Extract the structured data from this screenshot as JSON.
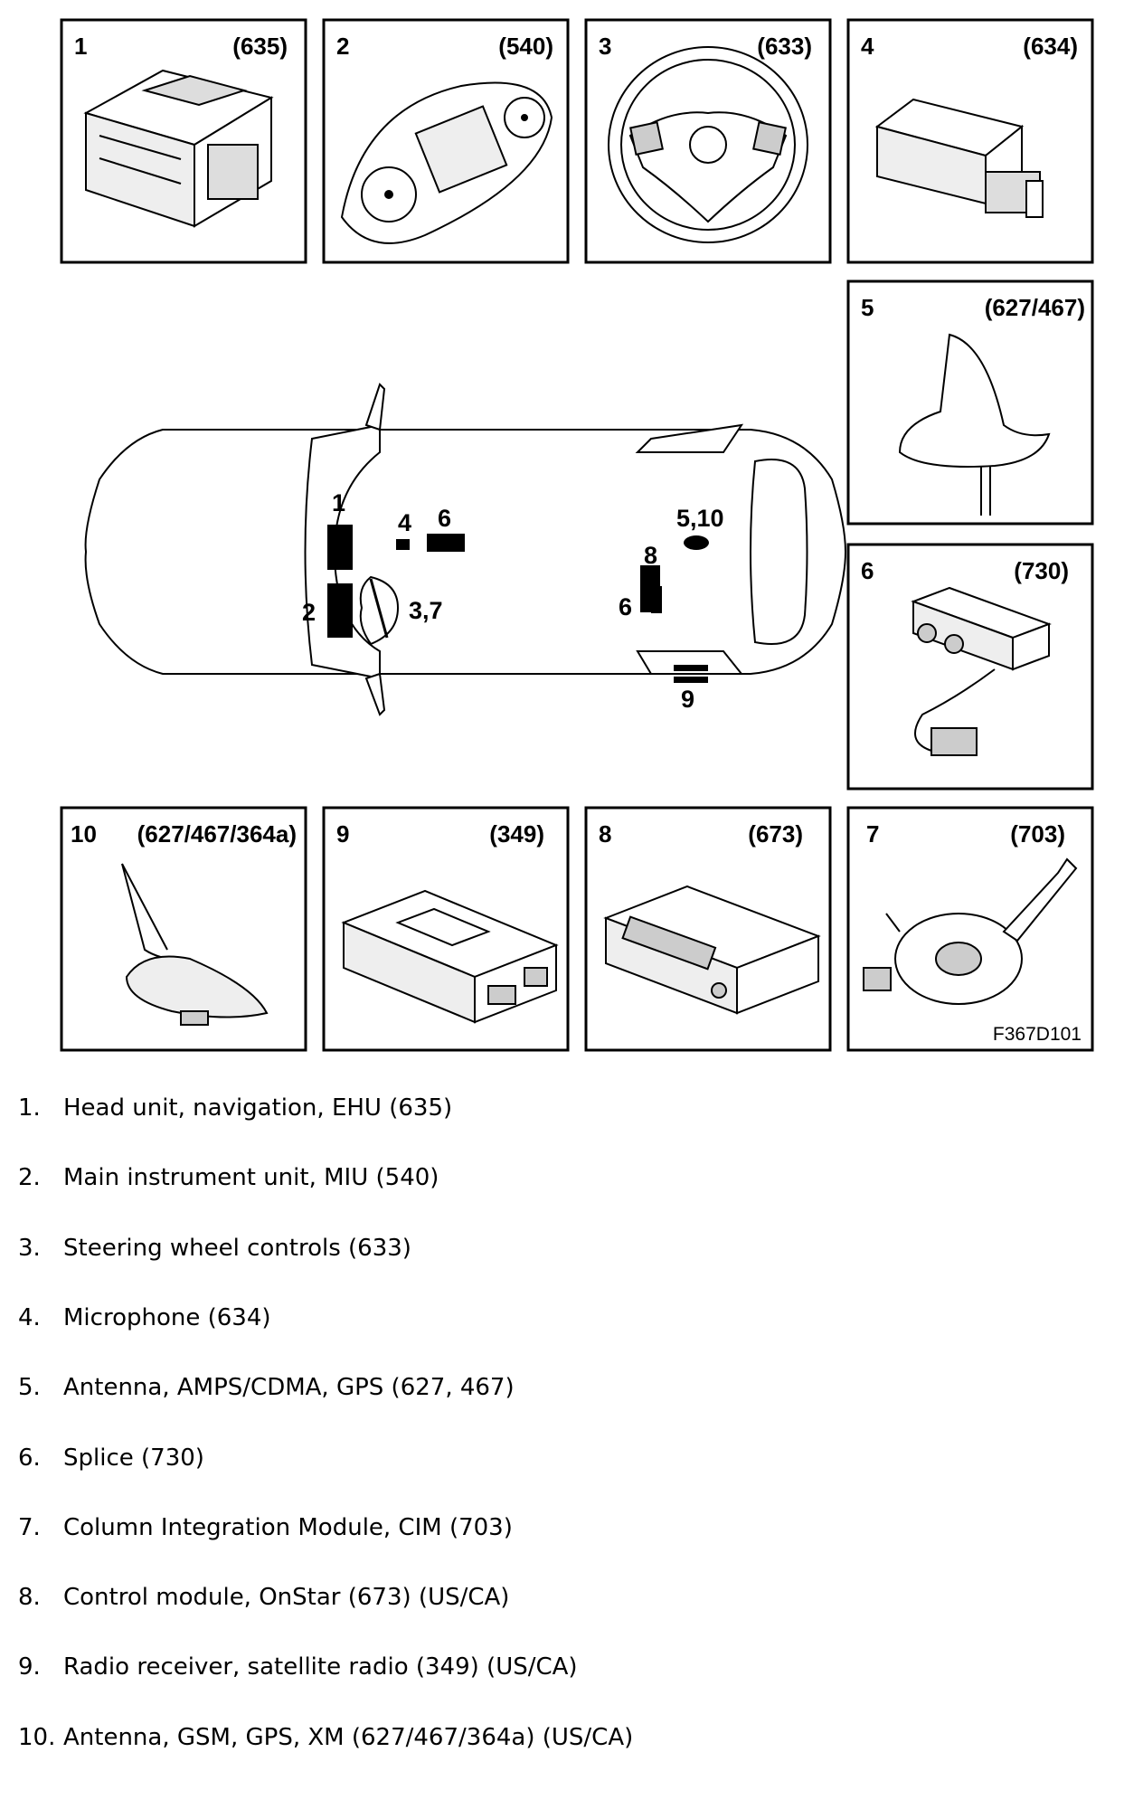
{
  "boxes": [
    {
      "number": "1",
      "code": "(635)"
    },
    {
      "number": "2",
      "code": "(540)"
    },
    {
      "number": "3",
      "code": "(633)"
    },
    {
      "number": "4",
      "code": "(634)"
    },
    {
      "number": "5",
      "code": "(627/467)"
    },
    {
      "number": "6",
      "code": "(730)"
    },
    {
      "number": "10",
      "code": "(627/467/364a)"
    },
    {
      "number": "9",
      "code": "(349)"
    },
    {
      "number": "8",
      "code": "(673)"
    },
    {
      "number": "7",
      "code": "(703)"
    }
  ],
  "figure_id": "F367D101",
  "car_labels": {
    "l1": "1",
    "l2": "2",
    "l4": "4",
    "l6a": "6",
    "l37": "3,7",
    "l510": "5,10",
    "l8": "8",
    "l6b": "6",
    "l9": "9"
  },
  "legend": [
    {
      "num": "1.",
      "text": "Head unit, navigation, EHU (635)"
    },
    {
      "num": "2.",
      "text": "Main instrument unit, MIU (540)"
    },
    {
      "num": "3.",
      "text": "Steering wheel controls (633)"
    },
    {
      "num": "4.",
      "text": "Microphone (634)"
    },
    {
      "num": "5.",
      "text": "Antenna, AMPS/CDMA, GPS (627, 467)"
    },
    {
      "num": "6.",
      "text": "Splice (730)"
    },
    {
      "num": "7.",
      "text": "Column Integration Module, CIM (703)"
    },
    {
      "num": "8.",
      "text": "Control module, OnStar (673) (US/CA)"
    },
    {
      "num": "9.",
      "text": "Radio receiver, satellite radio (349) (US/CA)"
    },
    {
      "num": "10.",
      "text": "Antenna, GSM, GPS, XM (627/467/364a) (US/CA)"
    }
  ]
}
